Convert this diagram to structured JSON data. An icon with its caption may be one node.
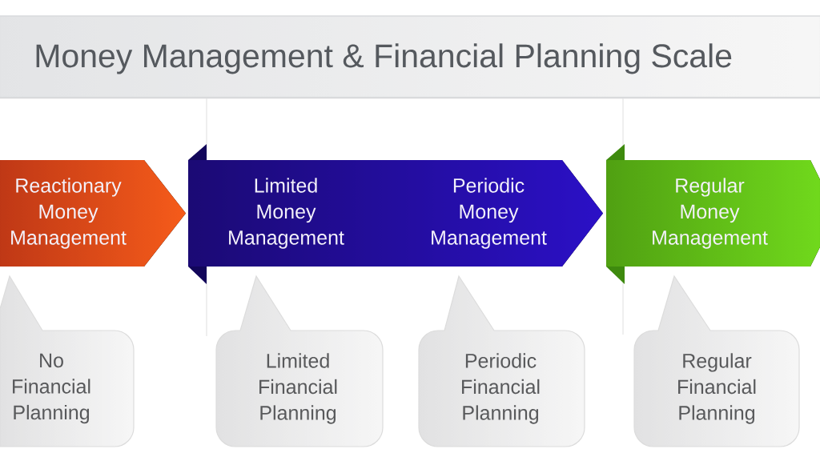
{
  "diagram": {
    "title": "Money Management & Financial Planning Scale",
    "nodes": [
      {
        "text": [
          "Reactionary Money Management"
        ]
      },
      {
        "text": [
          "Limited Money Management",
          "Periodic Money Management"
        ]
      },
      {
        "text": [
          "Regular Money Management"
        ]
      },
      {
        "text": [
          "No Financial Planning"
        ]
      },
      {
        "text": [
          "Limited Financial Planning"
        ]
      },
      {
        "text": [
          "Periodic Financial Planning"
        ]
      },
      {
        "text": [
          "Regular Financial Planning"
        ]
      }
    ]
  }
}
